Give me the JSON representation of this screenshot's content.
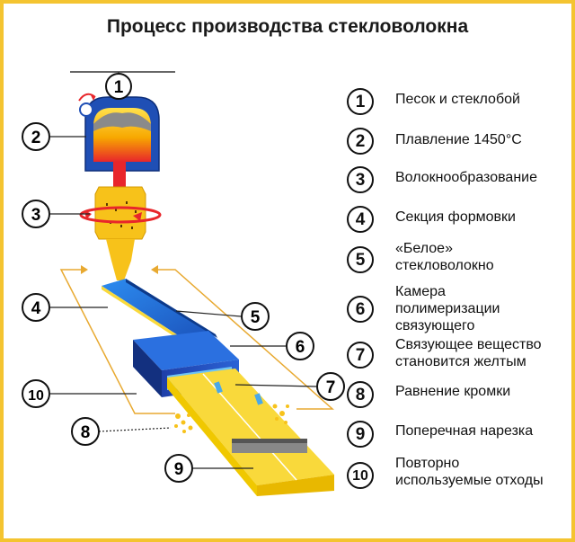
{
  "title": "Процесс производства стекловолокна",
  "legend": [
    {
      "num": "1",
      "text": "Песок и стеклобой"
    },
    {
      "num": "2",
      "text": "Плавление 1450°С"
    },
    {
      "num": "3",
      "text": "Волокнообразование"
    },
    {
      "num": "4",
      "text": "Секция формовки"
    },
    {
      "num": "5",
      "text": "«Белое»\nстекловолокно"
    },
    {
      "num": "6",
      "text": "Камера\nполимеризации\nсвязующего"
    },
    {
      "num": "7",
      "text": "Связующее вещество\nстановится желтым"
    },
    {
      "num": "8",
      "text": "Равнение кромки"
    },
    {
      "num": "9",
      "text": "Поперечная нарезка"
    },
    {
      "num": "10",
      "text": "Повторно\nиспользуемые отходы"
    }
  ],
  "callouts": {
    "c1": "1",
    "c2": "2",
    "c3": "3",
    "c4": "4",
    "c5": "5",
    "c6": "6",
    "c7": "7",
    "c8": "8",
    "c9": "9",
    "c10": "10"
  },
  "colors": {
    "frame": "#f4c430",
    "furnace": "#1f4fb5",
    "glass_melt": "#f7b500",
    "stream": "#e8262b",
    "spinner": "#f7c21a",
    "mat_blue": "#1f6fd6",
    "mat_yellow": "#f9d93b",
    "recycle_line": "#e8a930"
  }
}
